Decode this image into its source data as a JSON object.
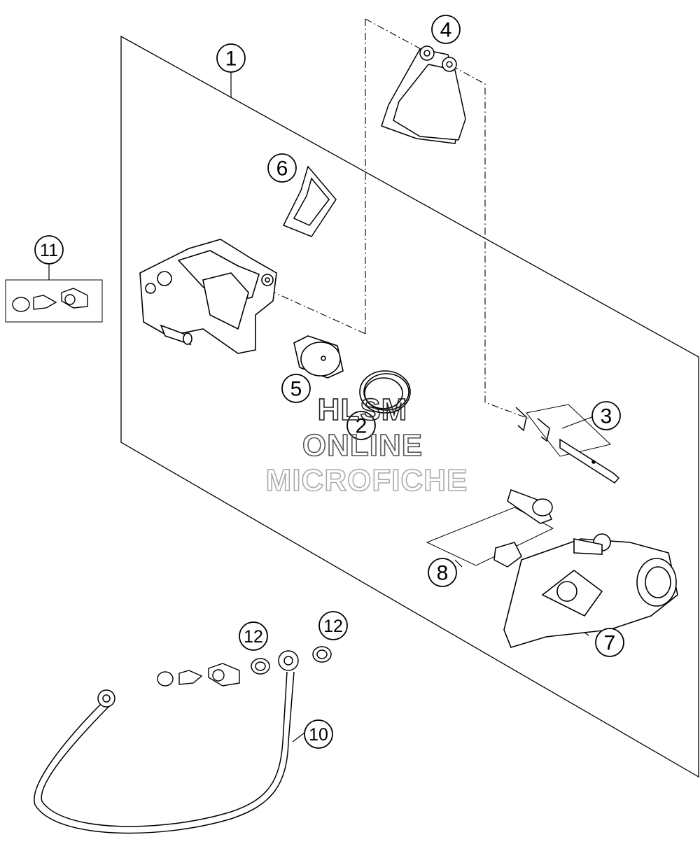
{
  "callouts": {
    "c1": "1",
    "c2": "2",
    "c3": "3",
    "c4": "4",
    "c5": "5",
    "c6": "6",
    "c7": "7",
    "c8": "8",
    "c10": "10",
    "c11": "11",
    "c12a": "12",
    "c12b": "12"
  },
  "watermark": {
    "line1": "HLSM",
    "line2": "ONLINE",
    "line3": "MICROFICHE"
  }
}
